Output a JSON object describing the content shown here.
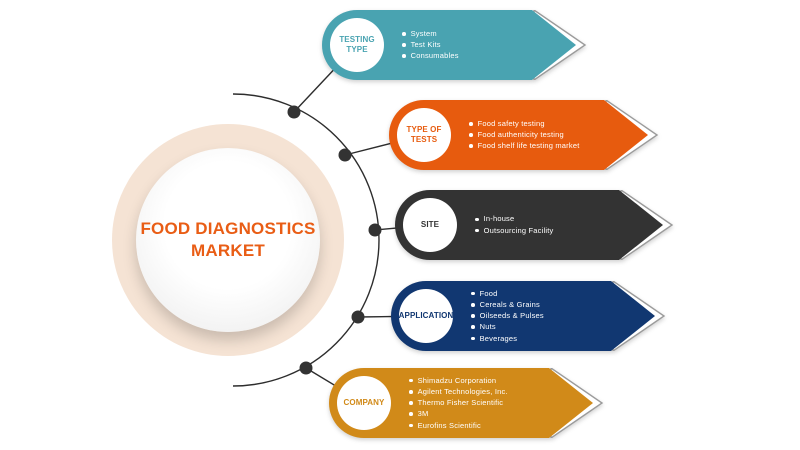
{
  "hub": {
    "title": "FOOD DIAGNOSTICS MARKET",
    "title_color": "#E95D15",
    "ring_color": "#F5E3D4"
  },
  "connector_color": "#2d2d2d",
  "banners": [
    {
      "id": "testing-type",
      "label": "TESTING TYPE",
      "color": "#49A3B1",
      "items": [
        "System",
        "Test Kits",
        "Consumables"
      ]
    },
    {
      "id": "type-of-tests",
      "label": "TYPE OF TESTS",
      "color": "#E75B0E",
      "items": [
        "Food safety testing",
        "Food authenticity testing",
        "Food shelf life testing market"
      ]
    },
    {
      "id": "site",
      "label": "SITE",
      "color": "#333333",
      "items": [
        "In-house",
        "Outsourcing Facility"
      ]
    },
    {
      "id": "application",
      "label": "APPLICATION",
      "color": "#113771",
      "items": [
        "Food",
        "Cereals & Grains",
        "Oilseeds & Pulses",
        "Nuts",
        "Beverages"
      ]
    },
    {
      "id": "company",
      "label": "COMPANY",
      "color": "#D18A19",
      "items": [
        "Shimadzu Corporation",
        "Agilent Technologies, Inc.",
        "Thermo Fisher Scientific",
        "3M",
        "Eurofins Scientific"
      ]
    }
  ]
}
